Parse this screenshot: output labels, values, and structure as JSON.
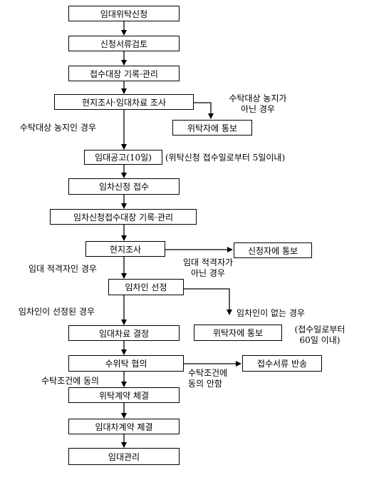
{
  "nodes": {
    "application": "임대위탁신청",
    "review": "신청서류검토",
    "register": "접수대장 기록·관리",
    "survey": "현지조사·임대차료 조사",
    "notify_consignor_1": "위탁자에 통보",
    "announce": "임대공고(10일)",
    "lease_receipt": "임차신청 접수",
    "lease_register": "임차신청접수대장 기록·관리",
    "site_survey": "현지조사",
    "notify_applicant": "신청자에 통보",
    "select_lessee": "임차인 선정",
    "decide_rent": "임대차료 결정",
    "notify_consignor_2": "위탁자에 통보",
    "consult": "수위탁 협의",
    "return_docs": "접수서류 반송",
    "consign_contract": "위탁계약 체결",
    "lease_contract": "임대차계약 체결",
    "management": "임대관리"
  },
  "labels": {
    "not_target_l1": "수탁대상 농지가",
    "not_target_l2": "아닌 경우",
    "is_target": "수탁대상 농지인 경우",
    "announce_note": "(위탁신청 접수일로부터 5일이내)",
    "not_qualified_l1": "임대 적격자가",
    "not_qualified_l2": "아닌 경우",
    "qualified": "임대 적격자인 경우",
    "selected": "임차인이 선정된 경우",
    "no_lessee": "임차인이 없는 경우",
    "within_60_l1": "(접수일로부터",
    "within_60_l2": "60일 이내)",
    "agree": "수탁조건에 동의",
    "disagree_l1": "수탁조건에",
    "disagree_l2": "동의 안함"
  }
}
